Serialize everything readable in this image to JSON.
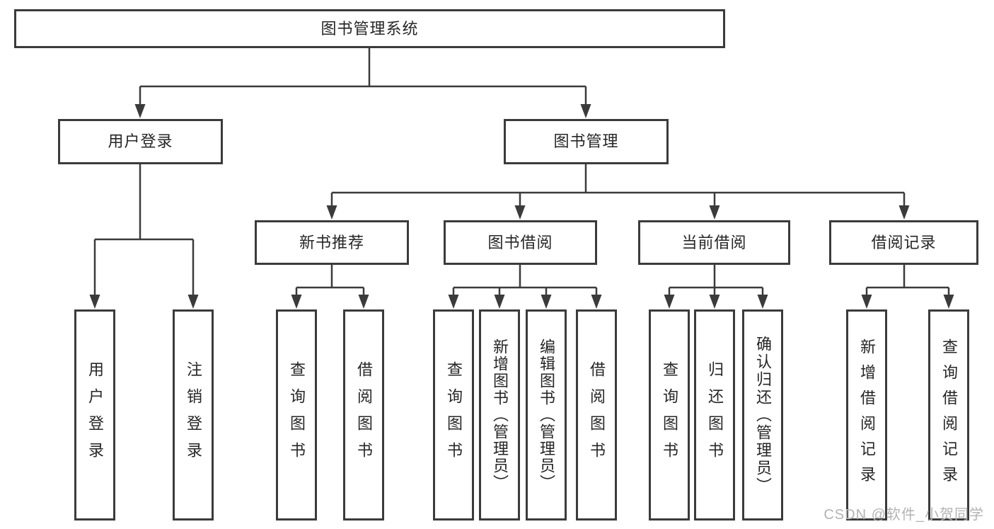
{
  "tree": {
    "root": {
      "label": "图书管理系统",
      "children": [
        {
          "label": "用户登录",
          "children": [
            {
              "label": "用户登录"
            },
            {
              "label": "注销登录"
            }
          ]
        },
        {
          "label": "图书管理",
          "children": [
            {
              "label": "新书推荐",
              "children": [
                {
                  "label": "查询图书"
                },
                {
                  "label": "借阅图书"
                }
              ]
            },
            {
              "label": "图书借阅",
              "children": [
                {
                  "label": "查询图书"
                },
                {
                  "label": "新增图书（管理员）"
                },
                {
                  "label": "编辑图书（管理员）"
                },
                {
                  "label": "借阅图书"
                }
              ]
            },
            {
              "label": "当前借阅",
              "children": [
                {
                  "label": "查询图书"
                },
                {
                  "label": "归还图书"
                },
                {
                  "label": "确认归还（管理员）"
                }
              ]
            },
            {
              "label": "借阅记录",
              "children": [
                {
                  "label": "新增借阅记录"
                },
                {
                  "label": "查询借阅记录"
                }
              ]
            }
          ]
        }
      ]
    }
  },
  "watermark": {
    "text": "CSDN @软件_小贺同学"
  },
  "colors": {
    "line": "#3b3b3b",
    "text": "#262626",
    "watermark": "#b3b3b3",
    "background": "#ffffff"
  }
}
